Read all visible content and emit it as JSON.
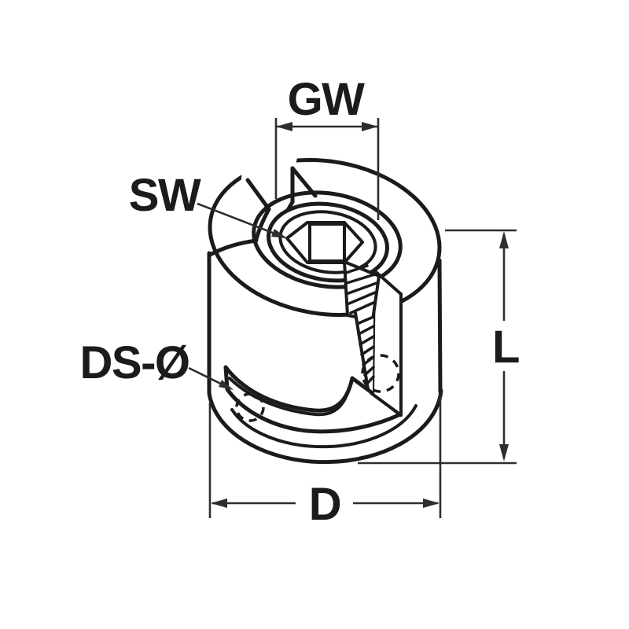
{
  "drawing": {
    "labels": {
      "thread_width": "GW",
      "socket_size": "SW",
      "wire_diameter": "DS-Ø",
      "length": "L",
      "diameter": "D"
    },
    "colors": {
      "line": "#1b1b1b",
      "dimension_line": "#2e2e2e",
      "background": "#ffffff"
    }
  }
}
